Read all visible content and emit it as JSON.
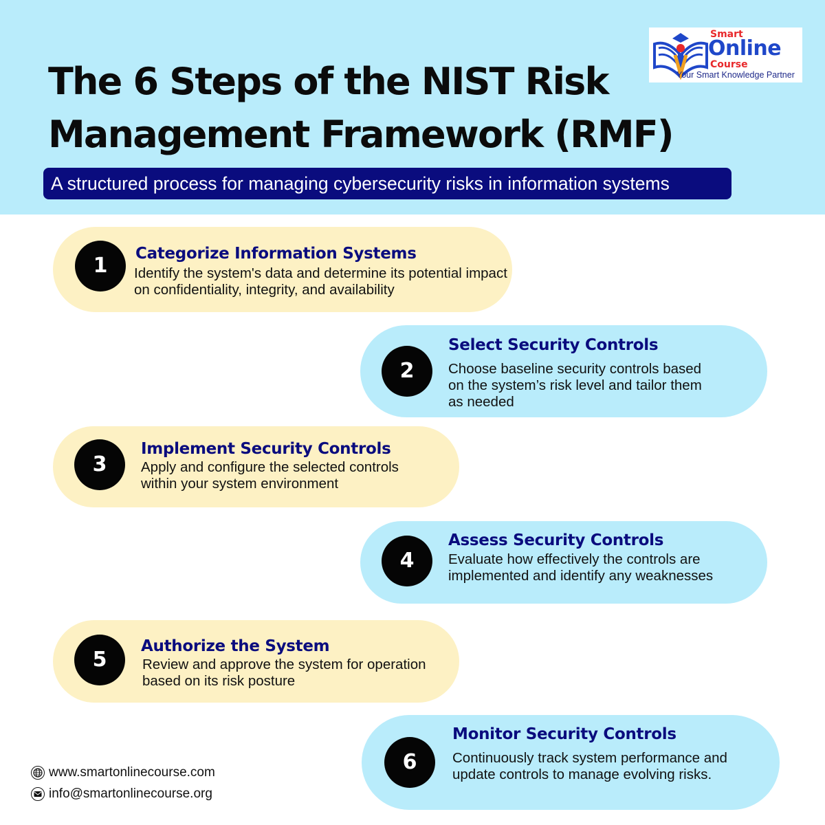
{
  "header": {
    "title": "The 6 Steps of the NIST Risk Management Framework (RMF)",
    "subtitle": "A structured process for managing cybersecurity risks in information systems"
  },
  "logo": {
    "smart": "Smart",
    "online": "Online",
    "course": "Course",
    "tagline": "Your Smart Knowledge Partner"
  },
  "steps": [
    {
      "number": "1",
      "heading": "Categorize Information Systems",
      "description": "Identify the system's data and determine its potential impact on confidentiality, integrity, and availability",
      "color": "#fdf1c4"
    },
    {
      "number": "2",
      "heading": "Select Security Controls",
      "description": "Choose baseline security controls based on the system’s risk level and tailor them as needed",
      "color": "#b9ecfb"
    },
    {
      "number": "3",
      "heading": "Implement Security Controls",
      "description": "Apply and configure the selected controls within your system environment",
      "color": "#fdf1c4"
    },
    {
      "number": "4",
      "heading": "Assess Security Controls",
      "description": "Evaluate how effectively the controls are implemented and identify any weaknesses",
      "color": "#b9ecfb"
    },
    {
      "number": "5",
      "heading": "Authorize the System",
      "description": "Review and approve the system for operation based on its risk posture",
      "color": "#fdf1c4"
    },
    {
      "number": "6",
      "heading": "Monitor Security Controls",
      "description": "Continuously track system performance and update controls to manage evolving risks.",
      "color": "#b9ecfb"
    }
  ],
  "contact": {
    "website": "www.smartonlinecourse.com",
    "email": "info@smartonlinecourse.org",
    "website_icon": "globe-icon",
    "email_icon": "mail-icon"
  },
  "colors": {
    "header_bg": "#b9ecfb",
    "subtitle_bg": "#0a0c7e",
    "heading_text": "#0a0c7e",
    "yellow_card": "#fdf1c4",
    "blue_card": "#b9ecfb"
  }
}
